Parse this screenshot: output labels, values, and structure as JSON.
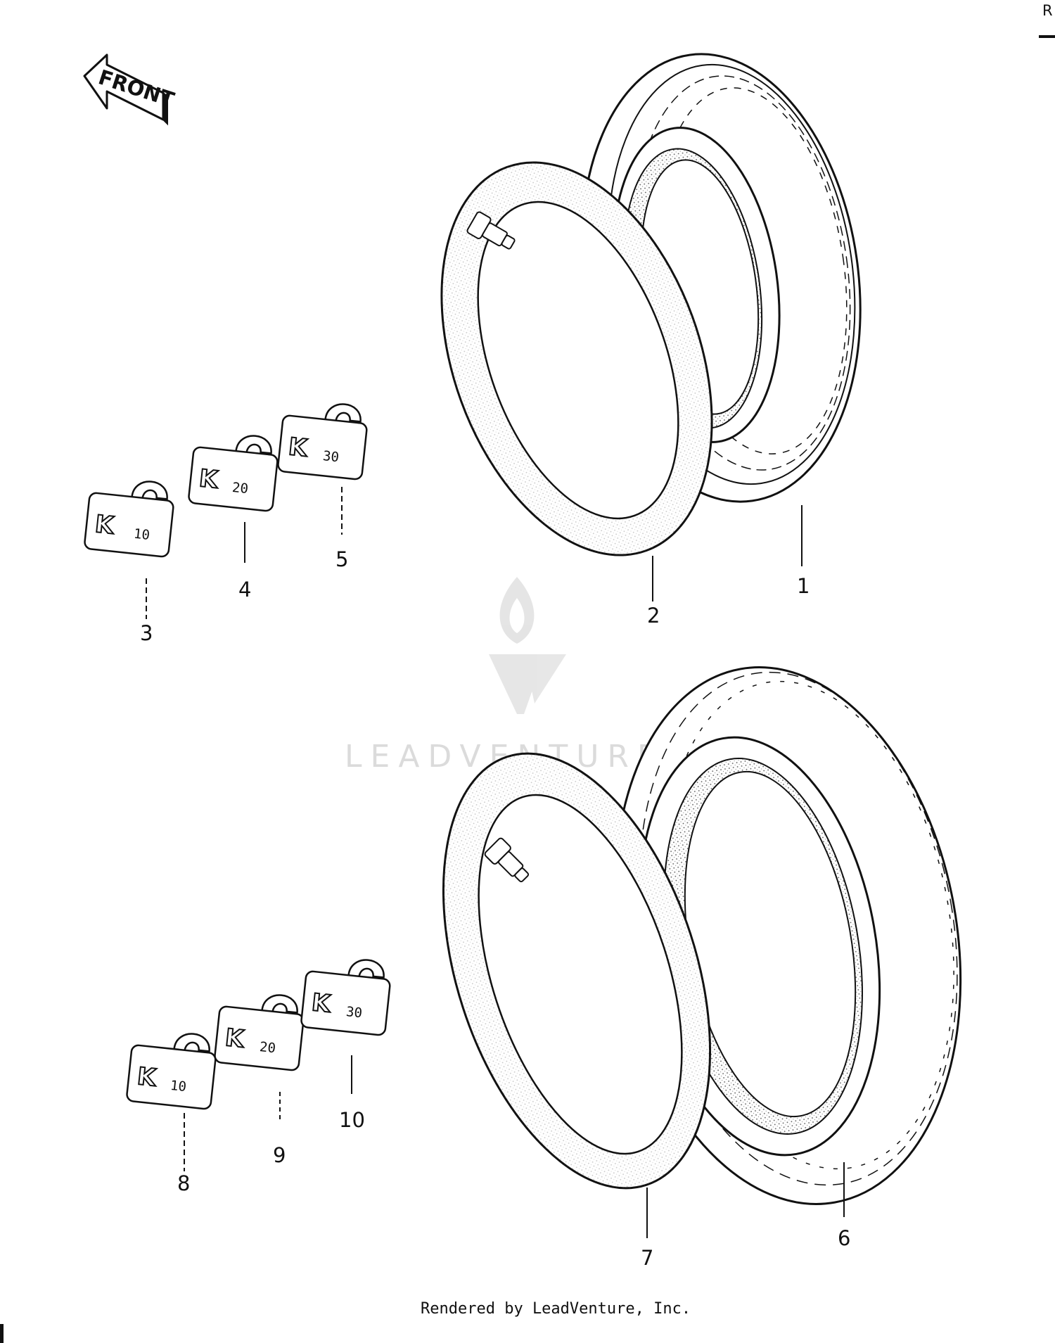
{
  "diagram": {
    "front_label": "FRONT",
    "corner_label": "R",
    "footer": "Rendered by LeadVenture, Inc.",
    "watermark": "LEADVENTURE",
    "weight_letter": "K",
    "callouts": [
      "1",
      "2",
      "3",
      "4",
      "5",
      "6",
      "7",
      "8",
      "9",
      "10"
    ],
    "weights": [
      "10",
      "20",
      "30",
      "10",
      "20",
      "30"
    ]
  }
}
